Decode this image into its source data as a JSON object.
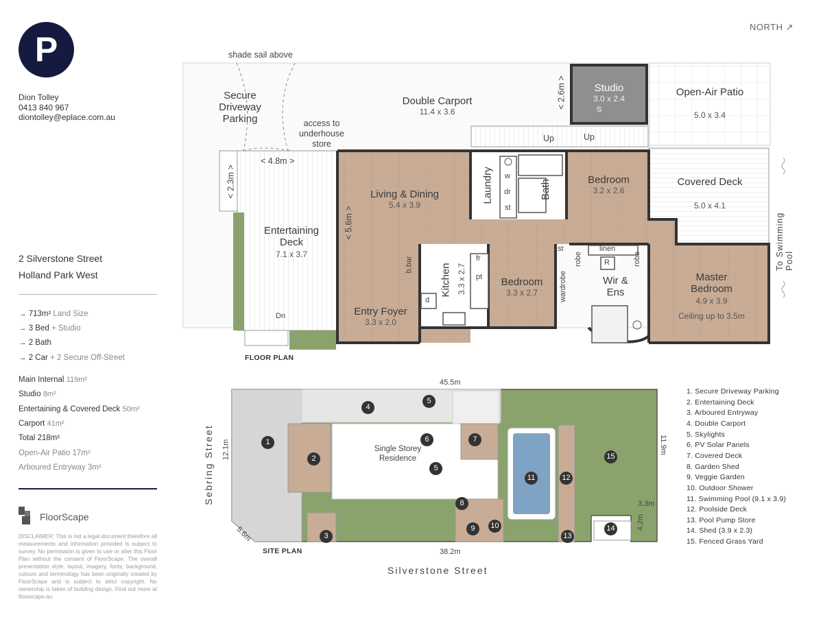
{
  "logo": {
    "letter": "P"
  },
  "agent": {
    "name": "Dion Tolley",
    "phone": "0413 840 967",
    "email": "diontolley@eplace.com.au"
  },
  "address": {
    "line1": "2 Silverstone Street",
    "line2": "Holland Park West"
  },
  "features": [
    {
      "main": "713m² ",
      "sec": "Land Size"
    },
    {
      "main": "3 Bed ",
      "sec": "+ Studio"
    },
    {
      "main": "2 Bath",
      "sec": ""
    },
    {
      "main": "2 Car ",
      "sec": "+ 2 Secure Off-Street"
    }
  ],
  "areas": [
    {
      "label": "Main Internal ",
      "value": "119m²"
    },
    {
      "label": "Studio ",
      "value": "8m²"
    },
    {
      "label": "Entertaining & Covered Deck ",
      "value": "50m²"
    },
    {
      "label": "Carport ",
      "value": "41m²"
    },
    {
      "label": "Total 218m²",
      "value": ""
    },
    {
      "label": "Open-Air Patio 17m²",
      "value": ""
    },
    {
      "label": "Arboured Entryway 3m²",
      "value": ""
    }
  ],
  "brand": {
    "name": "FloorScape"
  },
  "disclaimer": "DISCLAIMER: This is not a legal document therefore all measurements and information provided is subject to survey. No permission is given to use or alter this Floor Plan without the consent of FloorScape. The overall presentation style, layout, imagery, fonts, background, colours and terminology has been originally created by FloorScape and is subject to strict copyright. No ownership is taken of building design. Find out more at floorscape.au",
  "north": "NORTH ↗",
  "floor_plan": {
    "caption": "FLOOR PLAN",
    "shade_sail": "shade sail above",
    "rooms": {
      "secure_parking": "Secure Driveway Parking",
      "carport": {
        "name": "Double Carport",
        "dim": "11.4 x 3.6"
      },
      "studio": {
        "name": "Studio",
        "dim": "3.0 x 2.4"
      },
      "patio": {
        "name": "Open-Air Patio",
        "dim": "5.0 x 3.4"
      },
      "access": "access to underhouse store",
      "ent_deck": {
        "name": "Entertaining Deck",
        "dim": "7.1 x 3.7"
      },
      "living": {
        "name": "Living & Dining",
        "dim": "5.4 x 3.9"
      },
      "laundry": "Laundry",
      "bath": "Bath",
      "bedroom1": {
        "name": "Bedroom",
        "dim": "3.2 x 2.6"
      },
      "covered_deck": {
        "name": "Covered Deck",
        "dim": "5.0 x 4.1"
      },
      "kitchen": {
        "name": "Kitchen",
        "dim": "3.3 x 2.7"
      },
      "bedroom2": {
        "name": "Bedroom",
        "dim": "3.3 x 2.7"
      },
      "wir": "Wir & Ens",
      "master": {
        "name": "Master Bedroom",
        "dim": "4.9 x 3.9",
        "note": "Ceiling up to 3.5m"
      },
      "entry": {
        "name": "Entry Foyer",
        "dim": "3.3 x 2.0"
      }
    },
    "labels": {
      "up1": "Up",
      "up2": "Up",
      "dn": "Dn",
      "w": "w",
      "dr": "dr",
      "st": "st",
      "st2": "st",
      "fr": "fr",
      "pt": "pt",
      "d": "d",
      "bbar": "b.bar",
      "linen": "linen",
      "r": "R",
      "robe1": "robe",
      "robe2": "robe",
      "wardrobe": "wardrobe",
      "s": "S",
      "pool": "To Swimming Pool"
    },
    "dims": {
      "d48": "< 4.8m >",
      "d23": "< 2.3m >",
      "d26": "< 2.6m >",
      "d56": "< 5.6m >"
    }
  },
  "site_plan": {
    "caption": "SITE PLAN",
    "street_bottom": "Silverstone Street",
    "street_left": "Sebring Street",
    "residence": "Single Storey Residence",
    "dims": {
      "top": "45.5m",
      "bottom": "38.2m",
      "left": "12.1m",
      "right": "11.9m",
      "diag": "5.6m",
      "shed_w": "3.3m",
      "shed_h": "4.2m"
    },
    "markers": [
      "1",
      "2",
      "3",
      "4",
      "5",
      "5",
      "6",
      "7",
      "8",
      "9",
      "10",
      "11",
      "12",
      "13",
      "14",
      "15"
    ]
  },
  "legend": [
    "1. Secure Driveway Parking",
    "2. Entertaining Deck",
    "3. Arboured Entryway",
    "4. Double Carport",
    "5. Skylights",
    "6. PV Solar Panels",
    "7. Covered Deck",
    "8. Garden Shed",
    "9. Veggie Garden",
    "10. Outdoor Shower",
    "11. Swimming Pool (9.1 x 3.9)",
    "12. Poolside Deck",
    "13. Pool Pump Store",
    "14. Shed (3.9 x 2.3)",
    "15. Fenced Grass Yard"
  ],
  "colors": {
    "navy": "#151a3f",
    "floor": "#c9ad98",
    "grass": "#8aa36c",
    "pool": "#7fa3c4"
  }
}
